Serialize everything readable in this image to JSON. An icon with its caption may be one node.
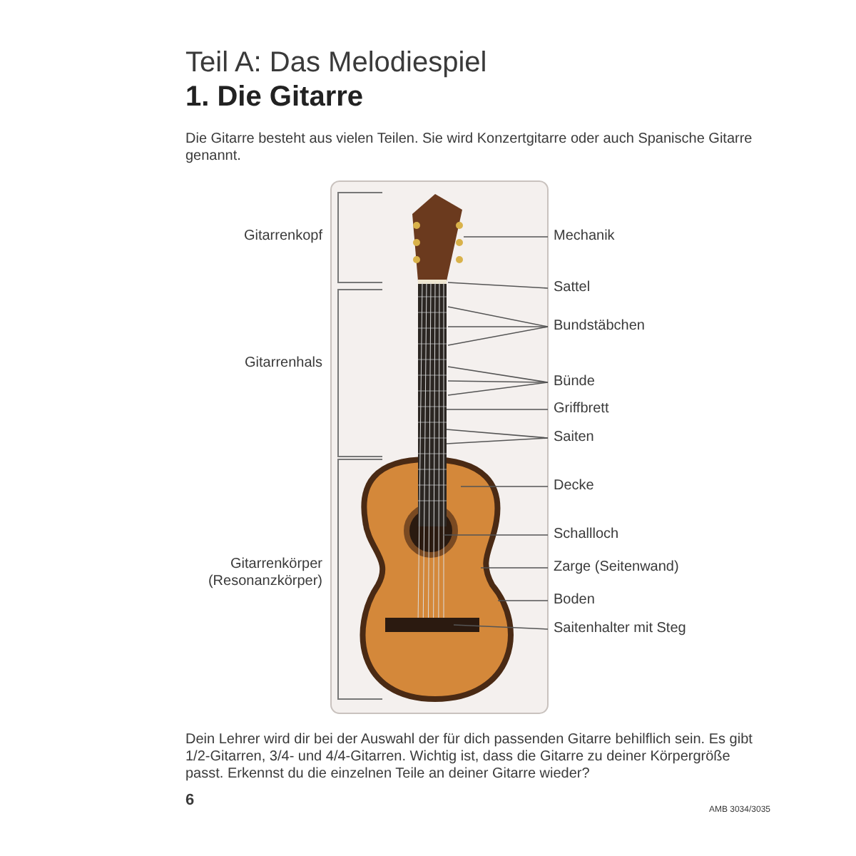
{
  "diagram": {
    "title": "Teil A: Das Melodiespiel",
    "nodes": [
      {
        "text": [
          "Mechanik"
        ]
      },
      {
        "text": [
          "Sattel"
        ]
      },
      {
        "text": [
          "Bundstäbchen"
        ]
      },
      {
        "text": [
          "Bünde"
        ]
      },
      {
        "text": [
          "Griffbrett"
        ]
      },
      {
        "text": [
          "Saiten"
        ]
      },
      {
        "text": [
          "Decke"
        ]
      },
      {
        "text": [
          "Schallloch"
        ]
      },
      {
        "text": [
          "Zarge (Seitenwand)"
        ]
      },
      {
        "text": [
          "Boden"
        ]
      },
      {
        "text": [
          "Saitenhalter mit Steg"
        ]
      }
    ],
    "edges": [
      {
        "from": 0,
        "to": null,
        "arrow": "none"
      },
      {
        "from": 1,
        "to": null,
        "arrow": "none"
      },
      {
        "from": 2,
        "to": null,
        "arrow": "none"
      },
      {
        "from": 2,
        "to": null,
        "arrow": "none"
      },
      {
        "from": 2,
        "to": null,
        "arrow": "none"
      },
      {
        "from": 3,
        "to": null,
        "arrow": "none"
      },
      {
        "from": 3,
        "to": null,
        "arrow": "none"
      },
      {
        "from": 3,
        "to": null,
        "arrow": "none"
      },
      {
        "from": 4,
        "to": null,
        "arrow": "none"
      },
      {
        "from": 5,
        "to": null,
        "arrow": "none"
      },
      {
        "from": 5,
        "to": null,
        "arrow": "none"
      },
      {
        "from": 6,
        "to": null,
        "arrow": "none"
      },
      {
        "from": 7,
        "to": null,
        "arrow": "none"
      },
      {
        "from": 8,
        "to": null,
        "arrow": "none"
      },
      {
        "from": 9,
        "to": null,
        "arrow": "none"
      },
      {
        "from": 10,
        "to": null,
        "arrow": "none"
      }
    ],
    "labels": [
      "1. Die Gitarre",
      "Die Gitarre besteht aus vielen Teilen. Sie wird Konzertgitarre oder auch Spanische Gitarre genannt.",
      "Gitarrenkopf",
      "Gitarrenhals",
      "Gitarrenkörper (Resonanzkörper)",
      "Dein Lehrer wird dir bei der Auswahl der für dich passenden Gitarre behilflich sein. Es gibt 1/2-Gitarren, 3/4- und 4/4-Gitarren. Wichtig ist, dass die Gitarre zu deiner Körpergröße passt. Erkennst du die einzelnen Teile an deiner Gitarre wieder?",
      "6",
      "AMB 3034/3035"
    ]
  }
}
